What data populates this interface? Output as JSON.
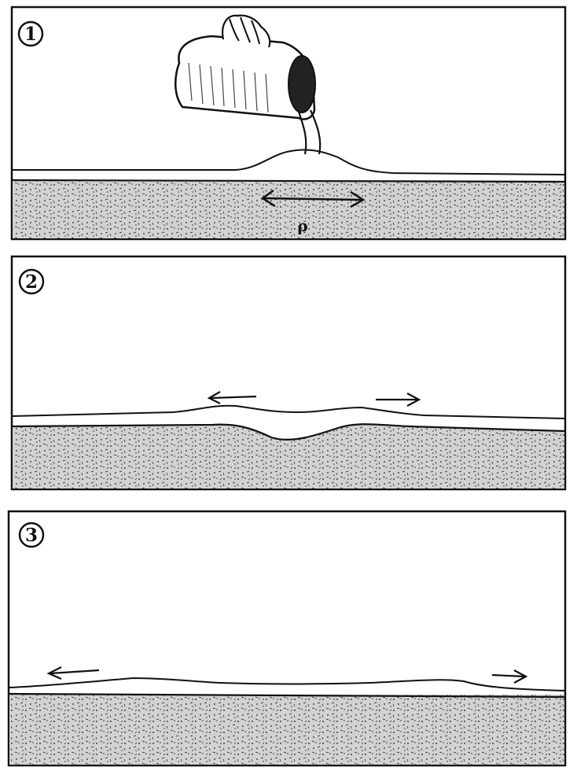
{
  "panels": [
    {
      "number": "1",
      "annotation": "ρ"
    },
    {
      "number": "2"
    },
    {
      "number": "3"
    }
  ],
  "colors": {
    "ink": "#111111",
    "paper": "#ffffff",
    "sediment": "#c9c9c9"
  }
}
